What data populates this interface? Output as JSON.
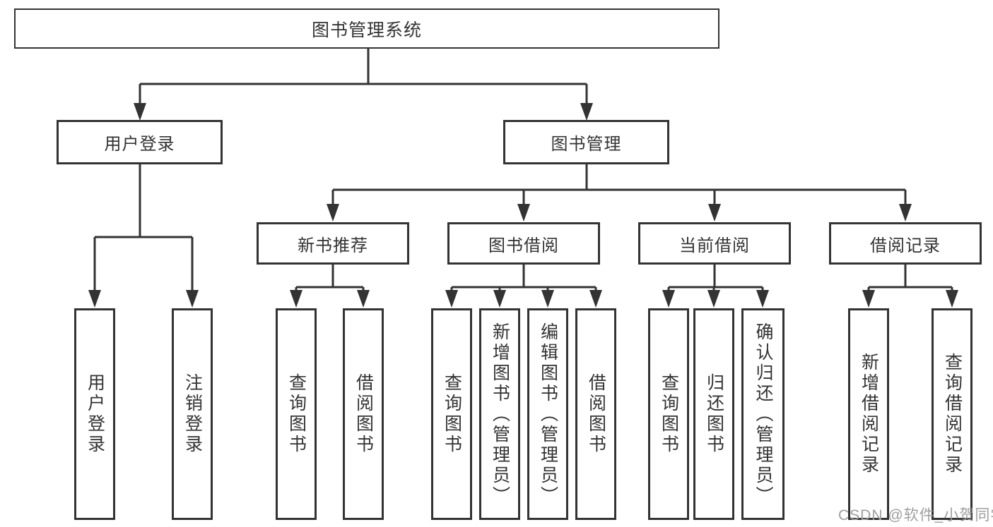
{
  "diagram": {
    "root": {
      "label": "图书管理系统"
    },
    "level2": [
      {
        "id": "user-login",
        "label": "用户登录"
      },
      {
        "id": "book-management",
        "label": "图书管理"
      }
    ],
    "level3": [
      {
        "id": "new-book-recommend",
        "label": "新书推荐"
      },
      {
        "id": "book-borrowing",
        "label": "图书借阅"
      },
      {
        "id": "current-borrowing",
        "label": "当前借阅"
      },
      {
        "id": "borrowing-records",
        "label": "借阅记录"
      }
    ],
    "level4": {
      "user_login": [
        "用户登录",
        "注销登录"
      ],
      "new_book_recommend": [
        "查询图书",
        "借阅图书"
      ],
      "book_borrowing": [
        "查询图书",
        "新增图书（管理员）",
        "编辑图书（管理员）",
        "借阅图书"
      ],
      "current_borrowing": [
        "查询图书",
        "归还图书",
        "确认归还（管理员）"
      ],
      "borrowing_records": [
        "新增借阅记录",
        "查询借阅记录"
      ]
    },
    "colors": {
      "line": "#333333",
      "text": "#333333",
      "box_background": "#ffffff",
      "page_background": "#ffffff",
      "watermark": "#9e9e9e"
    },
    "watermark": "CSDN @软件_小贺同学"
  }
}
